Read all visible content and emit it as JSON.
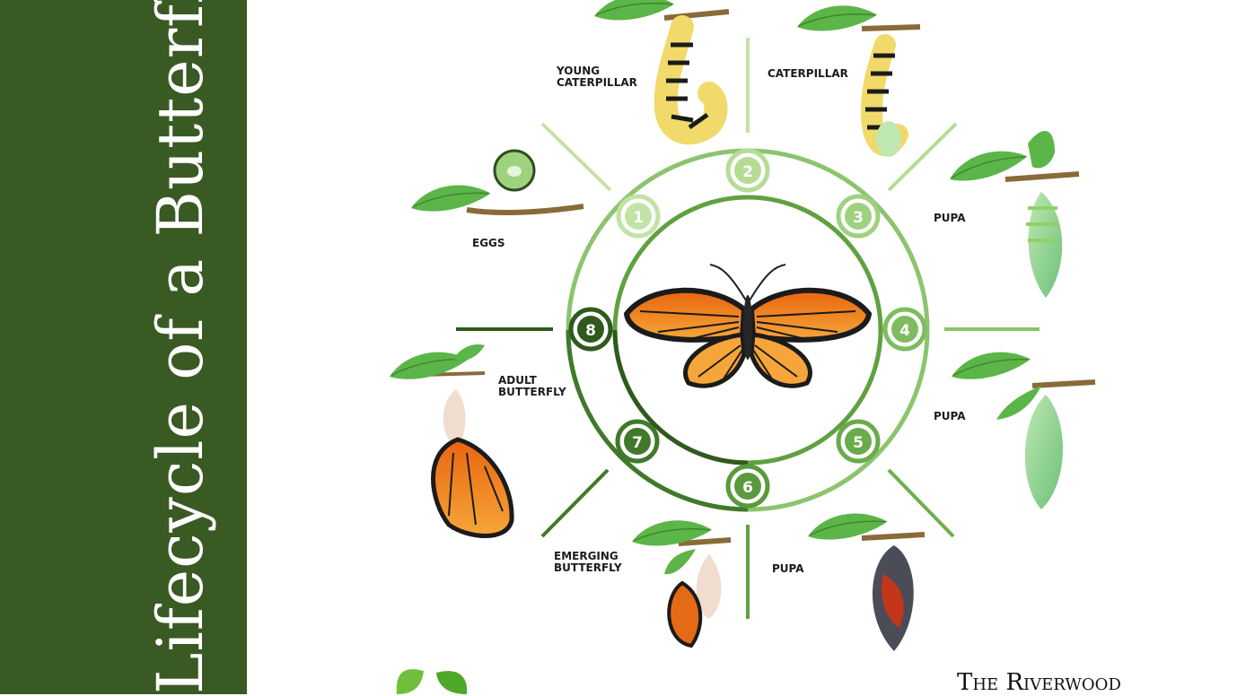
{
  "title": "Lifecycle of a Butterfly",
  "brand": "The Riverwood",
  "colors": {
    "sidebar": "#3a5a24",
    "outer_ring": "#8cc46e",
    "inner_ring": "#5fa140",
    "dark_green": "#2f5a1d",
    "light_green": "#c3e3a6",
    "leaf": "#5cb548",
    "monarch_orange": "#f08a1c"
  },
  "steps": [
    {
      "number": "1",
      "label": [
        "EGGS"
      ]
    },
    {
      "number": "2",
      "label": [
        "YOUNG",
        "CATERPILLAR"
      ]
    },
    {
      "number": "3",
      "label": [
        "CATERPILLAR"
      ]
    },
    {
      "number": "4",
      "label": [
        "PUPA"
      ]
    },
    {
      "number": "5",
      "label": [
        "PUPA"
      ]
    },
    {
      "number": "6",
      "label": [
        "PUPA"
      ]
    },
    {
      "number": "7",
      "label": [
        "EMERGING",
        "BUTTERFLY"
      ]
    },
    {
      "number": "8",
      "label": [
        "ADULT",
        "BUTTERFLY"
      ]
    }
  ]
}
